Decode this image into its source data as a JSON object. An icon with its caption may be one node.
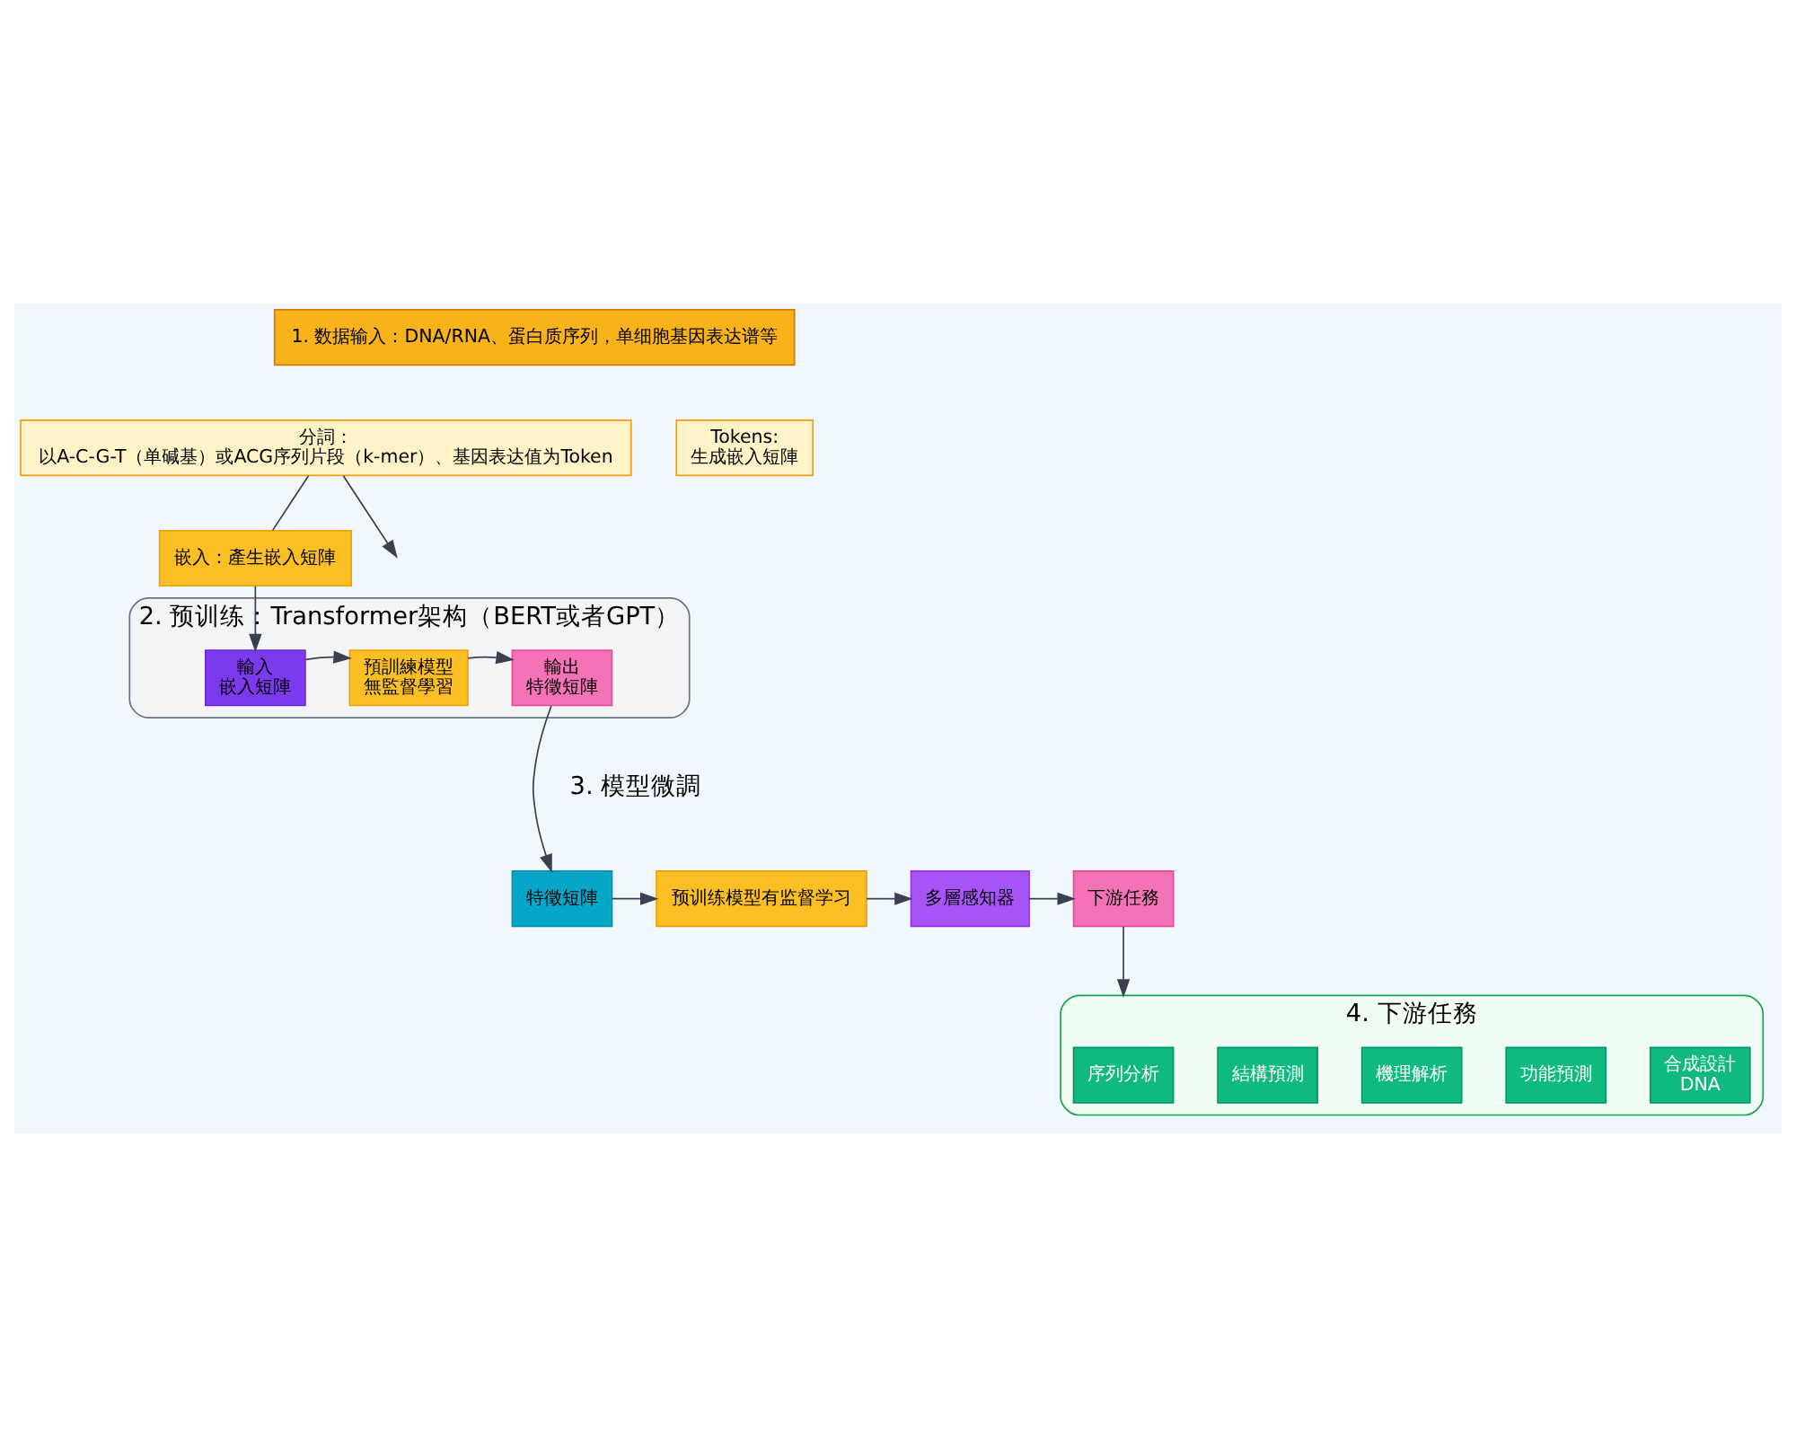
{
  "diagram": {
    "nodes": [
      {
        "text": [
          "1. 数据输入：DNA/RNA、蛋白质序列，单细胞基因表达谱等"
        ]
      },
      {
        "text": [
          "分詞：",
          "以A-C-G-T（单碱基）或ACG序列片段（k-mer）、基因表达值为Token"
        ]
      },
      {
        "text": [
          "Tokens:",
          "生成嵌入短陣"
        ]
      },
      {
        "text": [
          "嵌入：產生嵌入短陣"
        ]
      },
      {
        "text": [
          "2. 预训练：Transformer架构（BERT或者GPT）"
        ]
      },
      {
        "text": [
          "輸入",
          "嵌入短陣"
        ],
        "in": 4
      },
      {
        "text": [
          "預訓練模型",
          "無監督學習"
        ],
        "in": 4
      },
      {
        "text": [
          "輸出",
          "特徵短陣"
        ],
        "in": 4
      },
      {
        "text": [
          "特徵短陣"
        ]
      },
      {
        "text": [
          "预训练模型有监督学习"
        ]
      },
      {
        "text": [
          "多層感知器"
        ]
      },
      {
        "text": [
          "下游任務"
        ]
      },
      {
        "text": [
          "4. 下游任務"
        ]
      },
      {
        "text": [
          "序列分析"
        ],
        "in": 12
      },
      {
        "text": [
          "結構預測"
        ],
        "in": 12
      },
      {
        "text": [
          "機理解析"
        ],
        "in": 12
      },
      {
        "text": [
          "功能預測"
        ],
        "in": 12
      },
      {
        "text": [
          "合成設計",
          "DNA"
        ],
        "in": 12
      }
    ],
    "edges": [
      {
        "from": 1,
        "to": null,
        "arrow": "to"
      },
      {
        "from": 1,
        "to": 3,
        "arrow": "none"
      },
      {
        "from": 3,
        "to": 5,
        "arrow": "to"
      },
      {
        "from": 5,
        "to": 6,
        "arrow": "to"
      },
      {
        "from": 6,
        "to": 7,
        "arrow": "to"
      },
      {
        "from": 7,
        "to": 8,
        "arrow": "to"
      },
      {
        "from": 8,
        "to": 9,
        "arrow": "to"
      },
      {
        "from": 9,
        "to": 10,
        "arrow": "to"
      },
      {
        "from": 10,
        "to": 11,
        "arrow": "to"
      },
      {
        "from": 11,
        "to": 12,
        "arrow": "to"
      }
    ],
    "labels": [
      "3. 模型微調"
    ]
  }
}
